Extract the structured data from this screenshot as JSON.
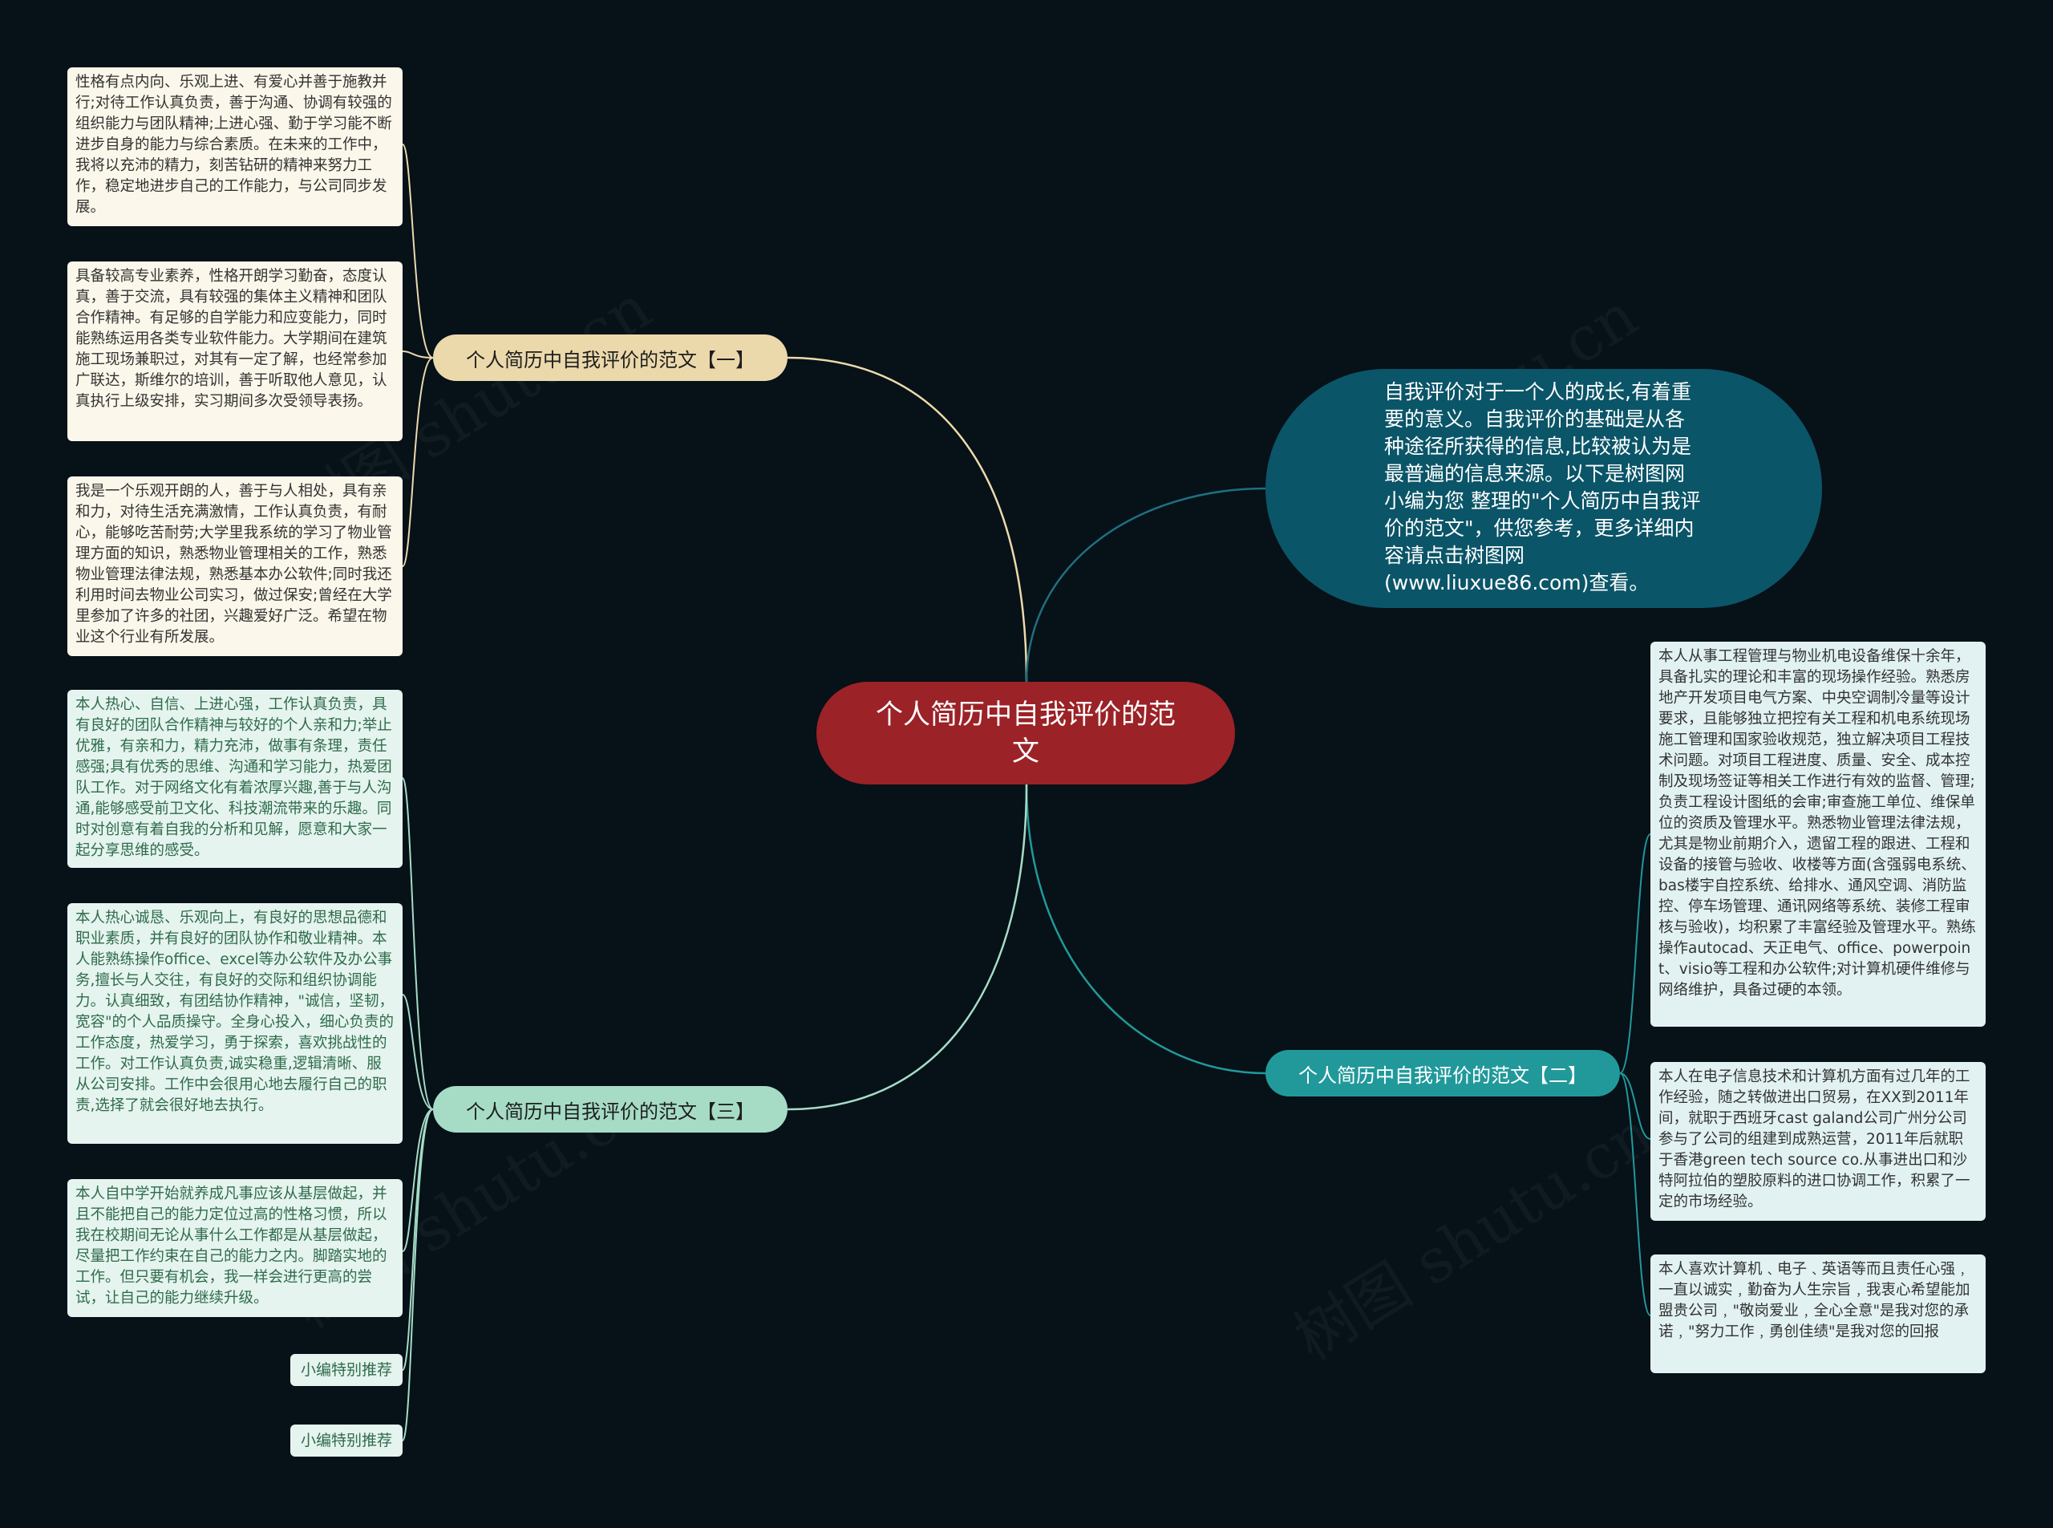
{
  "center": {
    "label": "个人简历中自我评价的范文"
  },
  "intro": {
    "text": "自我评价对于一个人的成长,有着重要的意义。自我评价的基础是从各种途径所获得的信息,比较被认为是最普遍的信息来源。以下是树图网小编为您 整理的\"个人简历中自我评价的范文\"，供您参考，更多详细内容请点击树图网(www.liuxue86.com)查看。"
  },
  "branch1": {
    "label": "个人简历中自我评价的范文【一】",
    "items": [
      "性格有点内向、乐观上进、有爱心并善于施教并行;对待工作认真负责，善于沟通、协调有较强的组织能力与团队精神;上进心强、勤于学习能不断进步自身的能力与综合素质。在未来的工作中，我将以充沛的精力，刻苦钻研的精神来努力工作，稳定地进步自己的工作能力，与公司同步发展。",
      "具备较高专业素养，性格开朗学习勤奋，态度认真，善于交流，具有较强的集体主义精神和团队合作精神。有足够的自学能力和应变能力，同时能熟练运用各类专业软件能力。大学期间在建筑施工现场兼职过，对其有一定了解，也经常参加广联达，斯维尔的培训，善于听取他人意见，认真执行上级安排，实习期间多次受领导表扬。",
      "我是一个乐观开朗的人，善于与人相处，具有亲和力，对待生活充满激情，工作认真负责，有耐心，能够吃苦耐劳;大学里我系统的学习了物业管理方面的知识，熟悉物业管理相关的工作，熟悉物业管理法律法规，熟悉基本办公软件;同时我还利用时间去物业公司实习，做过保安;曾经在大学里参加了许多的社团，兴趣爱好广泛。希望在物业这个行业有所发展。"
    ]
  },
  "branch2": {
    "label": "个人简历中自我评价的范文【二】",
    "items": [
      "本人从事工程管理与物业机电设备维保十余年，具备扎实的理论和丰富的现场操作经验。熟悉房地产开发项目电气方案、中央空调制冷量等设计要求，且能够独立把控有关工程和机电系统现场施工管理和国家验收规范，独立解决项目工程技术问题。对项目工程进度、质量、安全、成本控制及现场签证等相关工作进行有效的监督、管理;负责工程设计图纸的会审;审查施工单位、维保单位的资质及管理水平。熟悉物业管理法律法规，尤其是物业前期介入，遗留工程的跟进、工程和设备的接管与验收、收楼等方面(含强弱电系统、bas楼宇自控系统、给排水、通风空调、消防监控、停车场管理、通讯网络等系统、装修工程审核与验收)，均积累了丰富经验及管理水平。熟练操作autocad、天正电气、office、powerpoint、visio等工程和办公软件;对计算机硬件维修与网络维护，具备过硬的本领。",
      "本人在电子信息技术和计算机方面有过几年的工作经验，随之转做进出口贸易，在XX到2011年间，就职于西班牙cast galand公司广州分公司参与了公司的组建到成熟运营，2011年后就职于香港green tech source co.从事进出口和沙特阿拉伯的塑胶原料的进口协调工作，积累了一定的市场经验。",
      "本人喜欢计算机﹑电子﹑英语等而且责任心强﹐一直以诚实﹐勤奋为人生宗旨﹐我衷心希望能加盟贵公司﹐\"敬岗爱业﹐全心全意\"是我对您的承诺﹐\"努力工作﹐勇创佳绩\"是我对您的回报"
    ]
  },
  "branch3": {
    "label": "个人简历中自我评价的范文【三】",
    "items": [
      "本人热心、自信、上进心强，工作认真负责，具有良好的团队合作精神与较好的个人亲和力;举止优雅，有亲和力，精力充沛，做事有条理，责任感强;具有优秀的思维、沟通和学习能力，热爱团队工作。对于网络文化有着浓厚兴趣,善于与人沟通,能够感受前卫文化、科技潮流带来的乐趣。同时对创意有着自我的分析和见解，愿意和大家一起分享思维的感受。",
      "本人热心诚恳、乐观向上，有良好的思想品德和职业素质，并有良好的团队协作和敬业精神。本人能熟练操作office、excel等办公软件及办公事务,擅长与人交往，有良好的交际和组织协调能力。认真细致，有团结协作精神，\"诚信，坚韧，宽容\"的个人品质操守。全身心投入，细心负责的工作态度，热爱学习，勇于探索，喜欢挑战性的工作。对工作认真负责,诚实稳重,逻辑清晰、服从公司安排。工作中会很用心地去履行自己的职责,选择了就会很好地去执行。",
      "本人自中学开始就养成凡事应该从基层做起，并且不能把自己的能力定位过高的性格习惯，所以我在校期间无论从事什么工作都是从基层做起，尽量把工作约束在自己的能力之内。脚踏实地的工作。但只要有机会，我一样会进行更高的尝试，让自己的能力继续升级。",
      "小编特别推荐",
      "小编特别推荐"
    ]
  },
  "watermark": "树图 shutu.cn",
  "colors": {
    "background": "#061118",
    "center": "#9b2227",
    "intro": "#0b5568",
    "branch1": "#ecd9ab",
    "branch2": "#21999b",
    "branch3": "#a6dcc6"
  }
}
